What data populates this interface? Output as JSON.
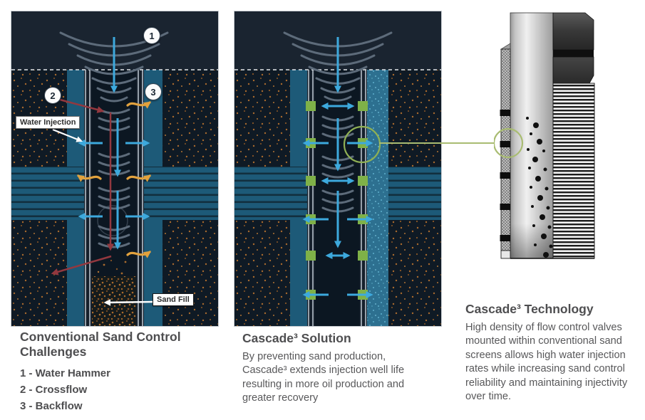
{
  "panel_conventional": {
    "heading": "Conventional Sand Control Challenges",
    "items": [
      "1 - Water Hammer",
      "2 - Crossflow",
      "3 - Backflow"
    ],
    "callout_1": "1",
    "callout_2": "2",
    "callout_3": "3",
    "water_injection_label": "Water Injection",
    "sand_fill_label": "Sand Fill"
  },
  "panel_solution": {
    "heading": "Cascade³ Solution",
    "body": "By preventing sand production, Cascade³ extends injection well life resulting in more oil production and greater recovery"
  },
  "panel_technology": {
    "heading": "Cascade³ Technology",
    "body": "High density of flow control valves mounted within conventional sand screens allows high water injection rates while increasing sand control reliability and maintaining injectivity over time."
  },
  "colors": {
    "channel_teal": "#1d5a78",
    "formation_navy": "#0f1a25",
    "water_blue": "#3da9dd",
    "crossflow_red": "#93383f",
    "backflow_orange": "#e2a23e",
    "valve_green": "#7fb148",
    "highlight_green": "#8fb054"
  }
}
